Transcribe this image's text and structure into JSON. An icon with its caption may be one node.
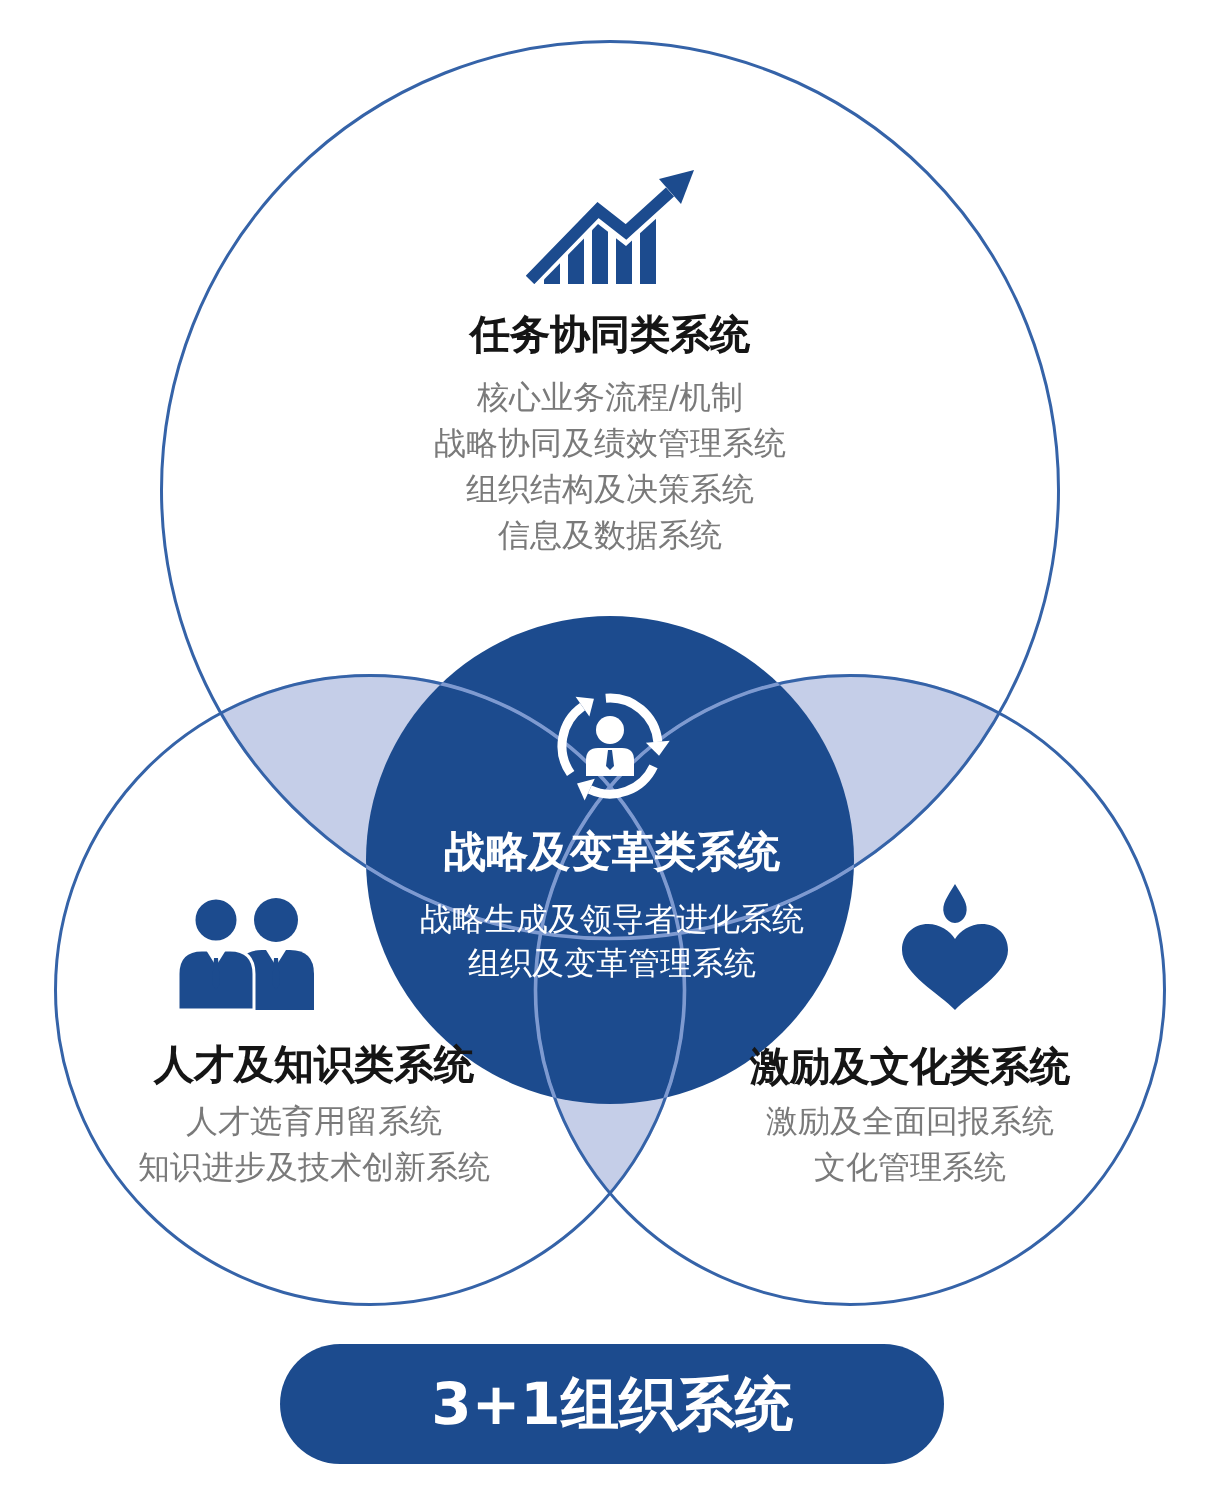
{
  "diagram": {
    "nodes": [
      {
        "text": [
          "任务协同类系统",
          "核心业务流程/机制",
          "战略协同及绩效管理系统",
          "组织结构及决策系统",
          "信息及数据系统"
        ]
      },
      {
        "text": [
          "战略及变革类系统",
          "战略生成及领导者进化系统",
          "组织及变革管理系统"
        ]
      },
      {
        "text": [
          "人才及知识类系统",
          "人才选育用留系统",
          "知识进步及技术创新系统"
        ]
      },
      {
        "text": [
          "激励及文化类系统",
          "激励及全面回报系统",
          "文化管理系统"
        ]
      },
      {
        "text": [
          "3+1组织系统"
        ]
      }
    ]
  }
}
